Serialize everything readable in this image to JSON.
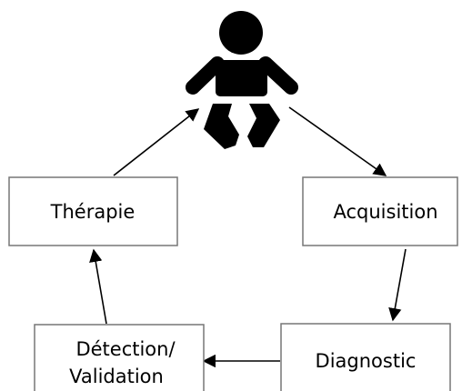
{
  "diagram": {
    "icon": "baby-icon",
    "nodes": {
      "therapie": "Thérapie",
      "acquisition": "Acquisition",
      "diagnostic": "Diagnostic",
      "detection_line1": "Détection/",
      "detection_line2": "Validation"
    },
    "edges": [
      {
        "from": "baby",
        "to": "acquisition"
      },
      {
        "from": "acquisition",
        "to": "diagnostic"
      },
      {
        "from": "diagnostic",
        "to": "detection"
      },
      {
        "from": "detection",
        "to": "therapie"
      },
      {
        "from": "therapie",
        "to": "baby"
      }
    ],
    "colors": {
      "stroke": "#000000",
      "box_border": "#777777",
      "background": "#ffffff"
    }
  }
}
